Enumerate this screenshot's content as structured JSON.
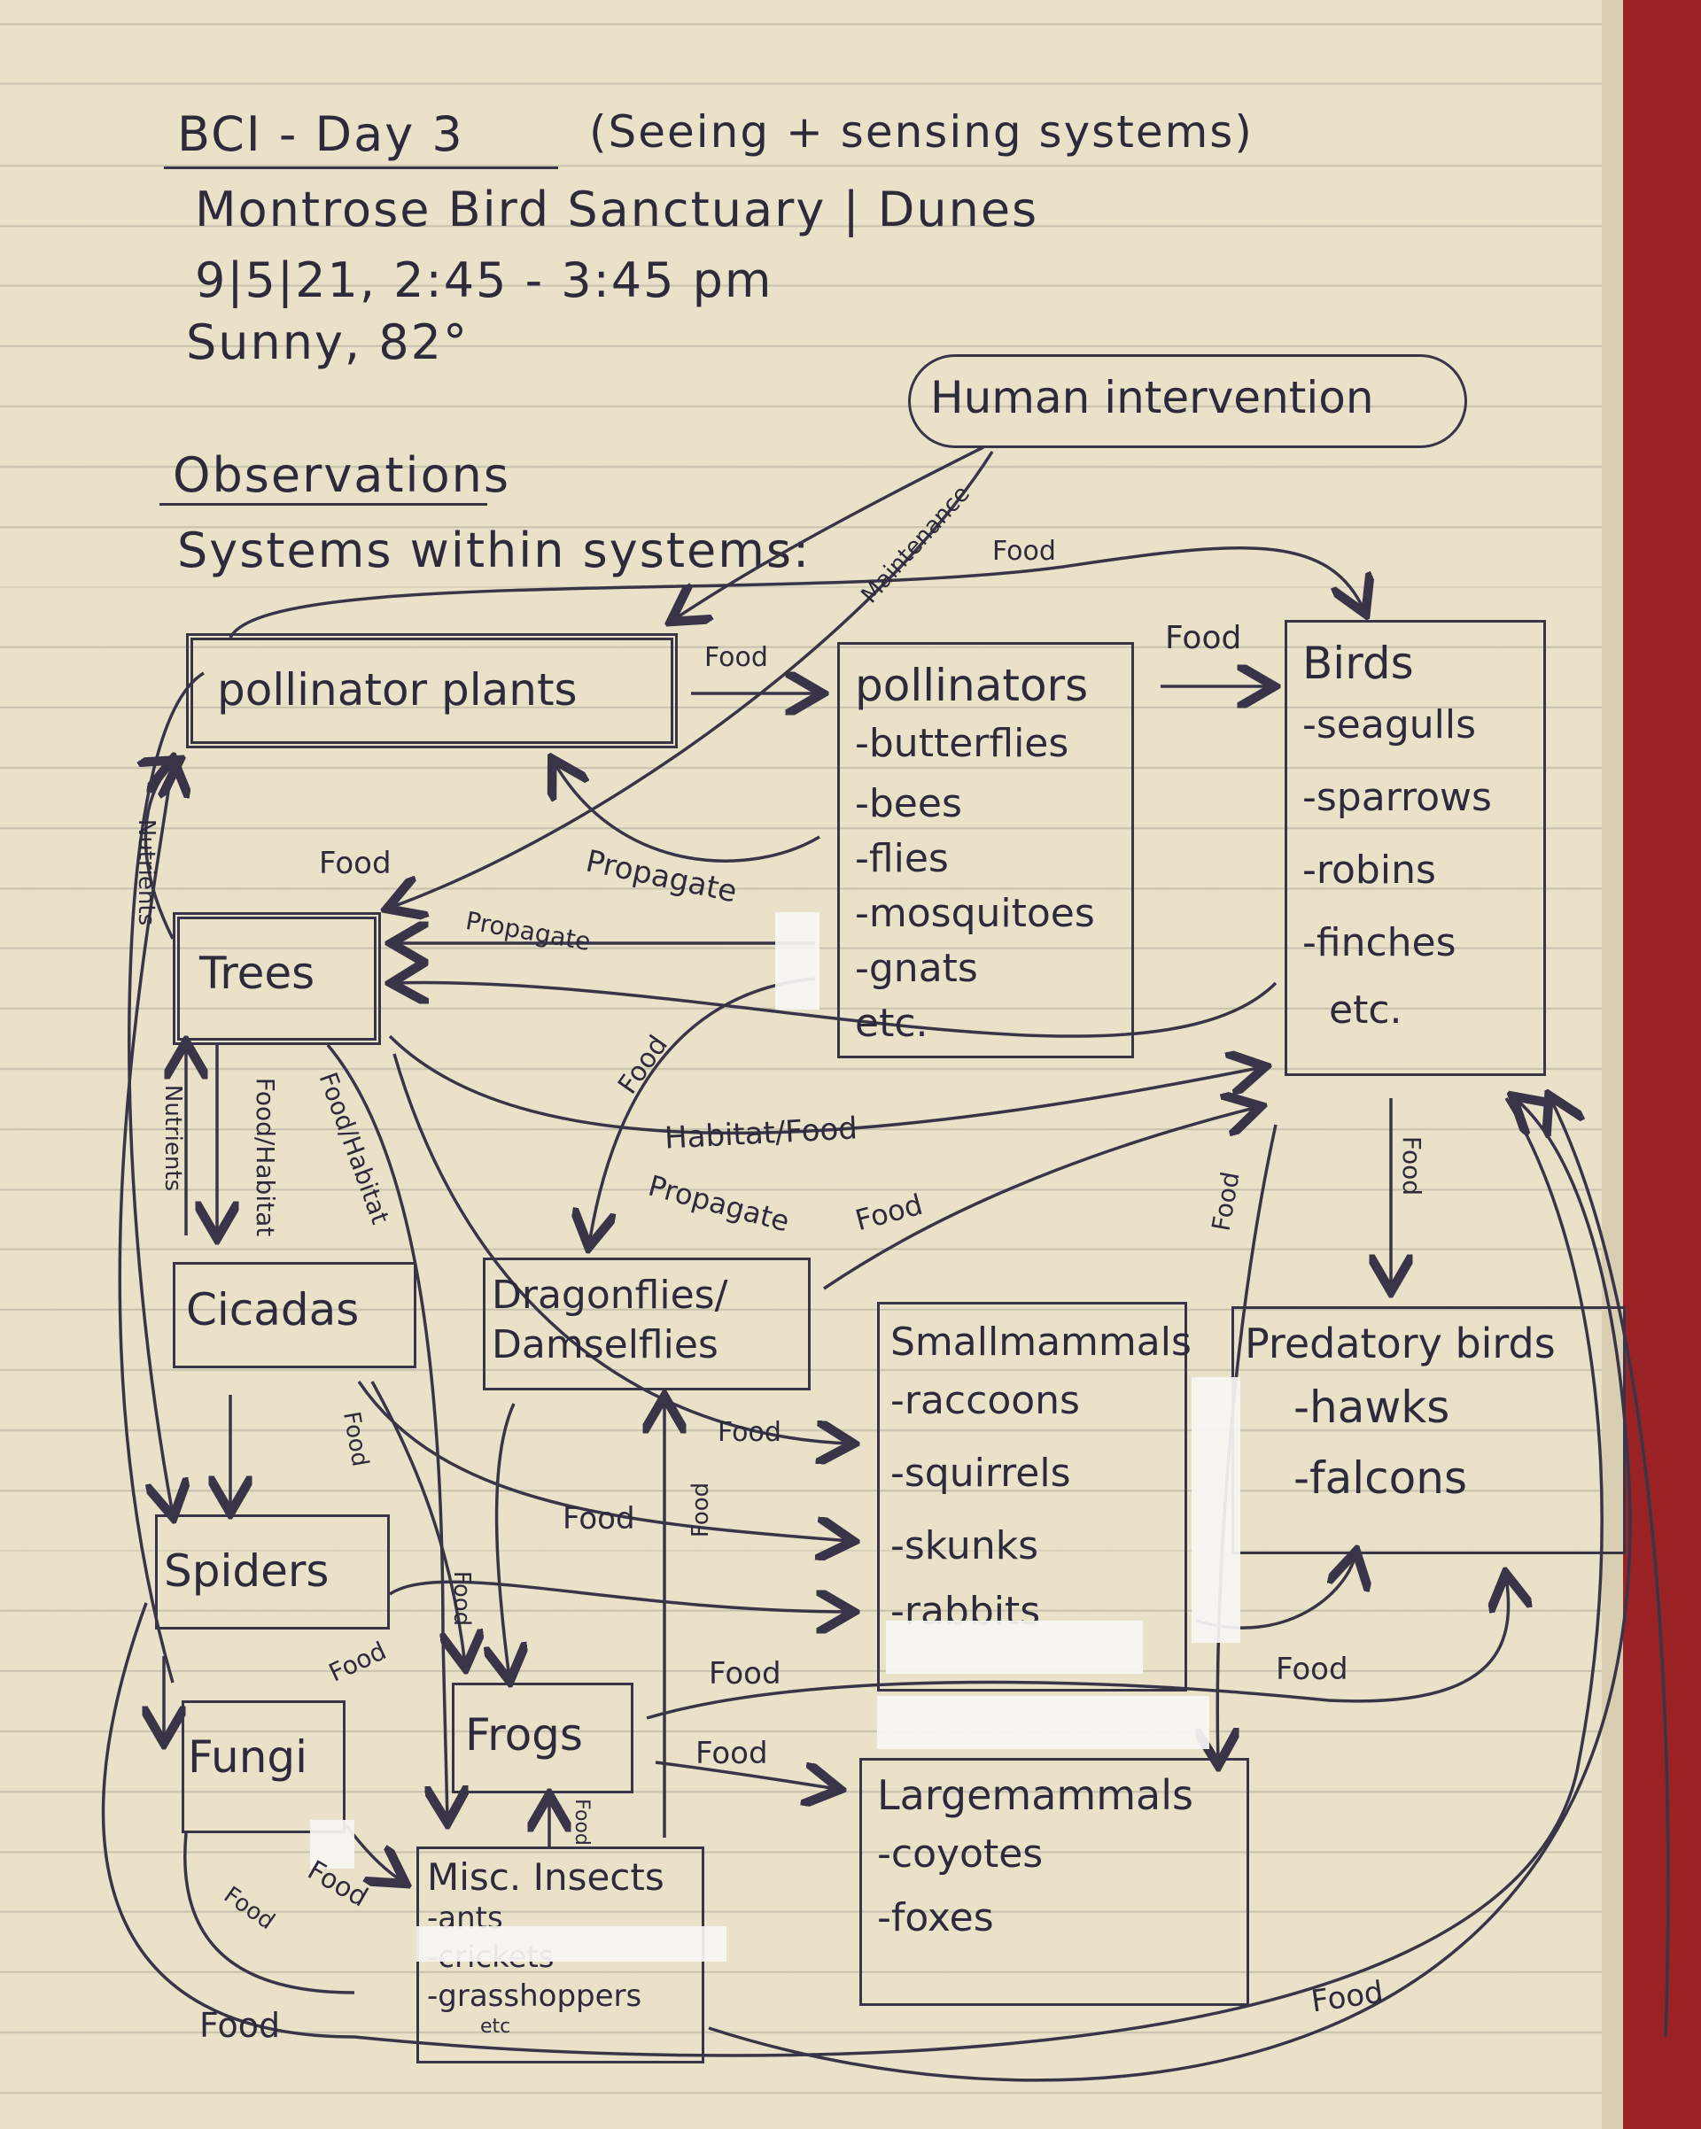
{
  "header": {
    "title": "BCI - Day 3",
    "subtitle": "(Seeing + sensing systems)",
    "location": "Montrose Bird Sanctuary | Dunes",
    "datetime": "9|5|21, 2:45 - 3:45 pm",
    "weather": "Sunny, 82°",
    "observations": "Observations",
    "systems": "Systems within systems:"
  },
  "nodes": {
    "human": "Human intervention",
    "pollinator_plants": "pollinator plants",
    "pollinators": {
      "title": "pollinators",
      "items": [
        "-butterflies",
        "-bees",
        "-flies",
        "-mosquitoes",
        "-gnats",
        "etc."
      ]
    },
    "birds": {
      "title": "Birds",
      "items": [
        "-seagulls",
        "-sparrows",
        "-robins",
        "-finches",
        "etc."
      ]
    },
    "trees": "Trees",
    "cicadas": "Cicadas",
    "dragonflies": "Dragonflies/ Damselflies",
    "small_mammals": {
      "title": "Smallmammals",
      "items": [
        "-raccoons",
        "-squirrels",
        "-skunks",
        "-rabbits"
      ]
    },
    "predatory_birds": {
      "title": "Predatory birds",
      "items": [
        "-hawks",
        "-falcons"
      ]
    },
    "spiders": "Spiders",
    "fungi": "Fungi",
    "frogs": "Frogs",
    "large_mammals": {
      "title": "Largemammals",
      "items": [
        "-coyotes",
        "-foxes"
      ]
    },
    "misc_insects": {
      "title": "Misc. Insects",
      "items": [
        "-ants",
        "-crickets",
        "-grasshoppers",
        "etc"
      ]
    }
  },
  "edge_labels": {
    "maintenance": "Maintenance",
    "food": "Food",
    "propagate": "Propagate",
    "nutrients": "Nutrients",
    "food_habitat": "Food/Habitat",
    "habitat_food": "Habitat/Food"
  },
  "colors": {
    "paper": "#e9e2c8",
    "ink": "#3a3448",
    "cover": "#8e1d1f",
    "tape": "#f7f6f2"
  }
}
